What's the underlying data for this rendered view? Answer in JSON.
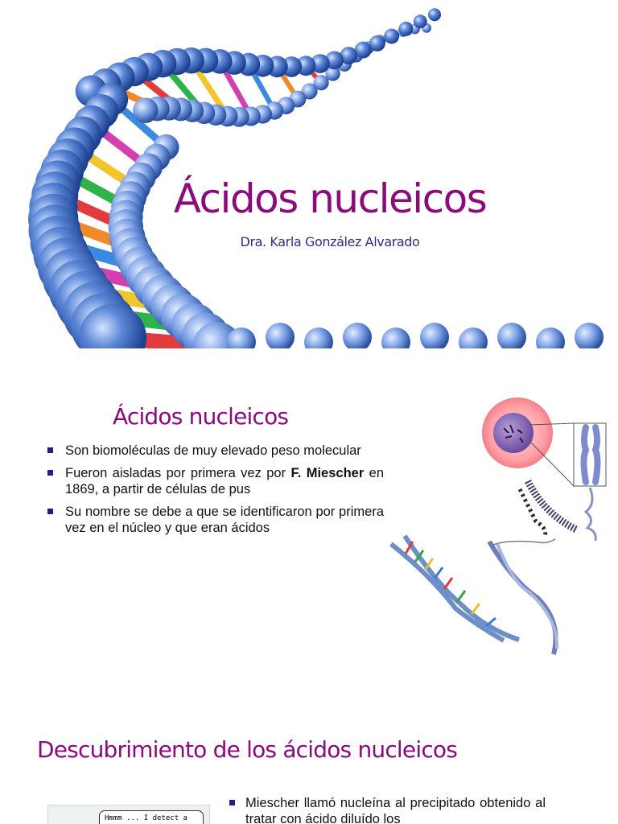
{
  "slide1": {
    "title": "Ácidos nucleicos",
    "subtitle": "Dra. Karla González Alvarado",
    "image_icon": "dna-helix-icon"
  },
  "slide2": {
    "title": "Ácidos nucleicos",
    "bullets": [
      {
        "text": "Son biomoléculas de muy elevado peso molecular"
      },
      {
        "pre": "Fueron aisladas por primera vez por ",
        "bold": "F. Miescher",
        "post": "  en 1869, a partir de células de pus"
      },
      {
        "text": "Su nombre se  debe a que se identificaron por primera vez en el  núcleo y que eran ácidos"
      }
    ],
    "image_icon": "cell-chromosome-dna-icon"
  },
  "slide3": {
    "title": "Descubrimiento de los ácidos nucleicos",
    "bullet": "Miescher llamó nucleína al precipitado obtenido al tratar con ácido diluído los",
    "cartoon_text": "Hmmm ... I detect a",
    "image_icon": "scientist-cartoon-icon"
  },
  "colors": {
    "title": "#8b0a7c",
    "subtitle": "#2e2e8a",
    "bullet_marker": "#1e1e8c"
  }
}
